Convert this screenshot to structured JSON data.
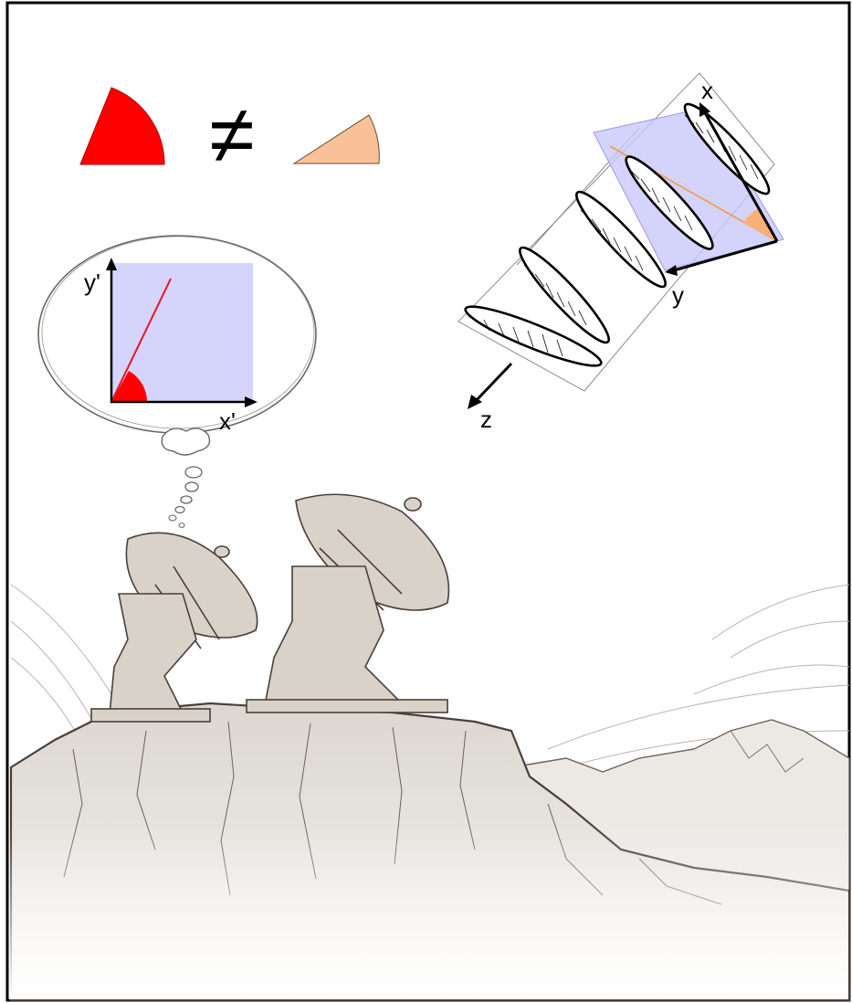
{
  "symbols": {
    "not_equal": "≠"
  },
  "thought_plot": {
    "x_label": "x'",
    "y_label": "y'"
  },
  "wave_diagram": {
    "x_label": "x",
    "y_label": "y",
    "z_label": "z"
  },
  "colors": {
    "wedge_large": "#ff0000",
    "wedge_small": "#f8c19a",
    "plane": "#d4d4fc",
    "polarization_line": "#e8121e",
    "orange_line": "#f39a3f",
    "ink": "#000000",
    "rock_fill": "#e2ded8",
    "rock_stroke": "#4a3f3a",
    "dish_fill": "#d8d2c8"
  },
  "icons": [
    "telescope-dish-icon",
    "thought-bubble-icon",
    "mountain-icon"
  ]
}
